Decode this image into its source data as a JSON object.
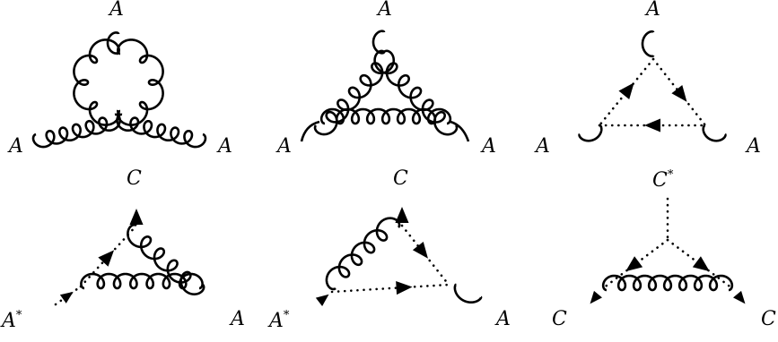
{
  "diagrams": [
    {
      "top": "A",
      "left": "A",
      "right": "A"
    },
    {
      "top": "A",
      "left": "A",
      "right": "A"
    },
    {
      "top": "A",
      "left": "A",
      "right": "A"
    },
    {
      "top": "C",
      "left": "A",
      "left_sup": "*",
      "right": "A"
    },
    {
      "top": "C",
      "left": "A",
      "left_sup": "*",
      "right": "A"
    },
    {
      "top": "C",
      "top_sup": "*",
      "left": "C",
      "right": "C"
    }
  ],
  "line_types": {
    "gluon": "curly",
    "ghost": "dotted-with-arrows"
  },
  "colors": {
    "ink": "#000000",
    "background": "#ffffff"
  }
}
